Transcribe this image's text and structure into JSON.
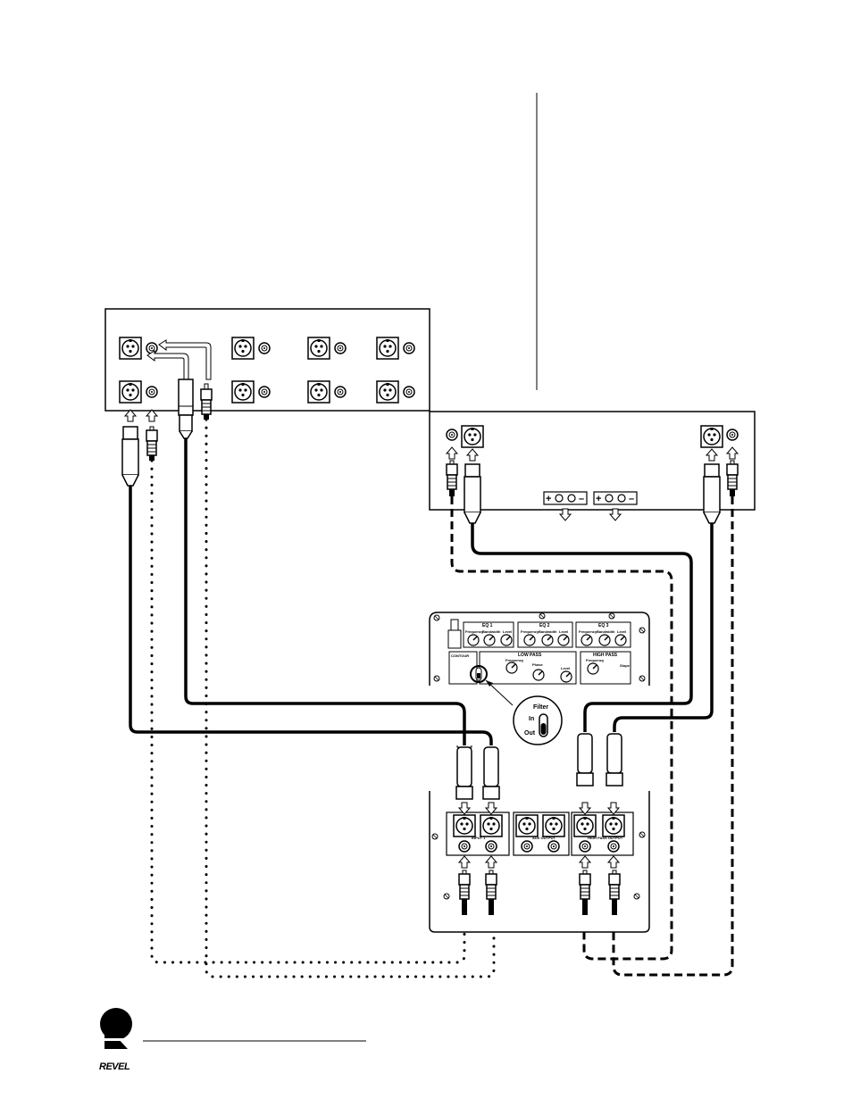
{
  "sub_panel": {
    "eq_labels": [
      "EQ 1",
      "EQ 2",
      "EQ 3"
    ],
    "knob_labels": [
      "Frequency",
      "Bandwidth",
      "Level"
    ],
    "contour_label": "CONTOUR",
    "low_pass_label": "LOW PASS",
    "high_pass_label": "HIGH PASS",
    "phase_label": "Phase",
    "level_label": "Level",
    "frequency_label": "Frequency",
    "slope_label": "Slope"
  },
  "filter_callout": {
    "title": "Filter",
    "in_label": "In",
    "out_label": "Out"
  },
  "io_panel": {
    "input_label": "INPUT 1",
    "aux_label": "AUX OUTPUT",
    "highpass_label": "HIGH PASS OUTPUT"
  },
  "logo": {
    "text": "REVEL"
  },
  "colors": {
    "line": "#000000",
    "background": "#ffffff"
  }
}
